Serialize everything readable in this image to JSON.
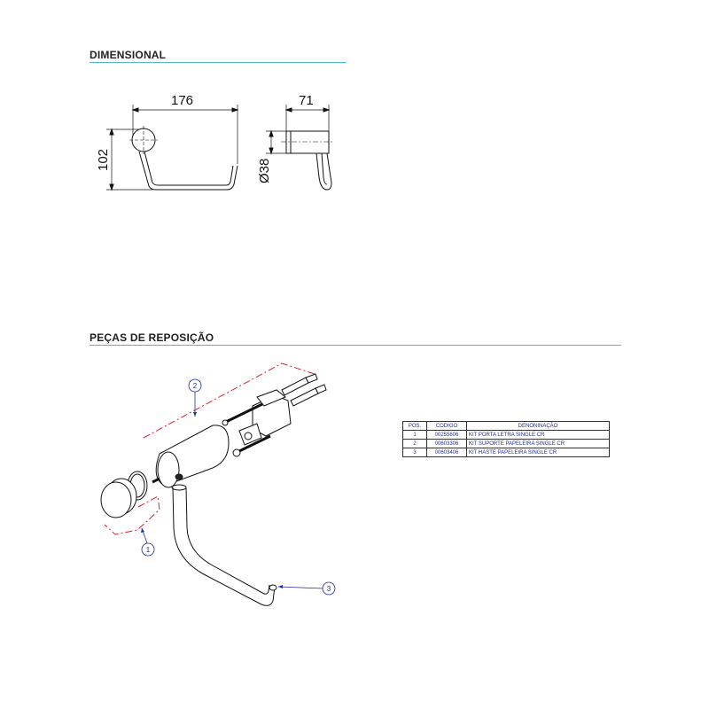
{
  "sections": {
    "dimensional_title": "DIMENSIONAL",
    "parts_title": "PEÇAS DE REPOSIÇÃO"
  },
  "dimensions": {
    "width": "176",
    "height": "102",
    "depth": "71",
    "diameter": "Ø38"
  },
  "callouts": [
    "1",
    "2",
    "3"
  ],
  "parts_table": {
    "headers": [
      "POS.",
      "CODIGO",
      "DENONINAÇÃO"
    ],
    "rows": [
      [
        "1",
        "00255606",
        "KIT PORTA LETRA SINGLE CR"
      ],
      [
        "2",
        "00603306",
        "KIT SUPORTE PAPELEIRA SINGLE CR"
      ],
      [
        "3",
        "00603406",
        "KIT HASTE PAPELEIRA SINGLE CR"
      ]
    ]
  },
  "colors": {
    "accent_rule": "#4fb6d9",
    "callout_blue": "#1d2aa8",
    "dash_red": "#d9232d"
  }
}
